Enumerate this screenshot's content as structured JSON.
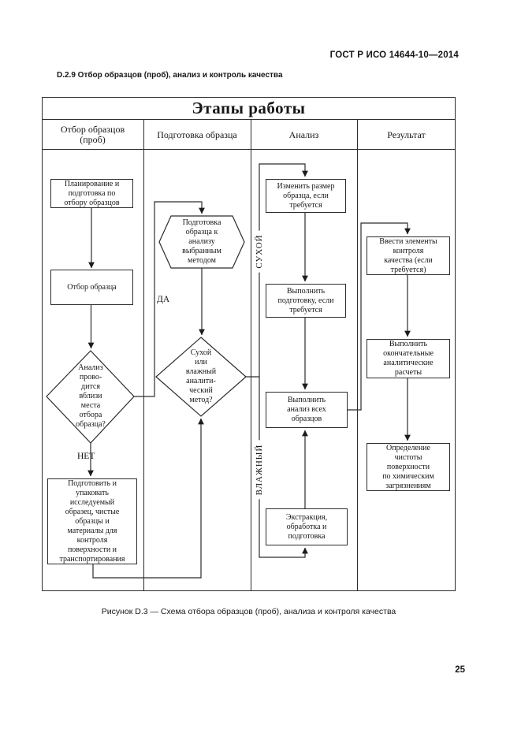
{
  "page": {
    "doc_ref": "ГОСТ Р ИСО 14644-10—2014",
    "section_heading": "D.2.9 Отбор образцов (проб), анализ и контроль качества",
    "caption": "Рисунок D.3 — Схема отбора образцов (проб), анализа и контроля качества",
    "page_number": "25"
  },
  "colors": {
    "ink": "#2c2c2c",
    "paper": "#ffffff"
  },
  "flowchart": {
    "title": "Этапы работы",
    "columns": [
      "Отбор образцов\n(проб)",
      "Подготовка образца",
      "Анализ",
      "Результат"
    ],
    "nodes": {
      "plan": "Планирование и\nподготовка по\nотбору образцов",
      "sampling": "Отбор образца",
      "near_site_question": "Анализ\nпрово-\nдится\nвблизи\nместа\nотбора\nобразца?",
      "pack_transport": "Подготовить и\nупаковать\nисследуемый\nобразец, чистые\nобразцы и\nматериалы для\nконтроля\nповерхности и\nтранспортирования",
      "prep_method": "Подготовка\nобразца к\nанализу\nвыбранным\nметодом",
      "dry_wet_question": "Сухой\nили\nвлажный\nаналити-\nческий\nметод?",
      "resize_sample": "Изменить размер\nобразца, если\nтребуется",
      "perform_preparation": "Выполнить\nподготовку, если\nтребуется",
      "analyze_all": "Выполнить\nанализ всех\nобразцов",
      "extraction": "Экстракция,\nобработка и\nподготовка",
      "qc_elements": "Ввести элементы\nконтроля\nкачества (если\nтребуется)",
      "final_calculations": "Выполнить\nокончательные\nаналитические\nрасчеты",
      "surface_cleanliness": "Определение\nчистоты\nповерхности\nпо химическим\nзагрязнениям"
    },
    "labels": {
      "yes": "ДА",
      "no": "НЕТ",
      "dry": "СУХОЙ",
      "wet": "ВЛАЖНЫЙ"
    }
  }
}
